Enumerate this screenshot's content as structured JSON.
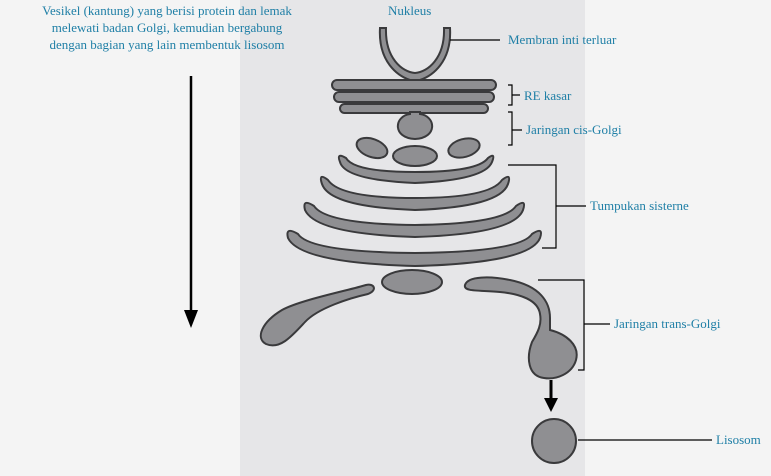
{
  "description": {
    "line1": "Vesikel (kantung) yang berisi protein dan lemak",
    "line2": "melewati badan Golgi, kemudian bergabung",
    "line3": "dengan bagian yang lain membentuk lisosom"
  },
  "labels": {
    "nukleus": "Nukleus",
    "membran": "Membran inti terluar",
    "re_kasar": "RE kasar",
    "cis_golgi": "Jaringan cis-Golgi",
    "tumpukan": "Tumpukan sisterne",
    "trans_golgi": "Jaringan trans-Golgi",
    "lisosom": "Lisosom"
  },
  "colors": {
    "label_text": "#1f7fa6",
    "organelle_fill": "#8f8f92",
    "organelle_stroke": "#3a3a3c",
    "panel": "#e6e6e8"
  }
}
